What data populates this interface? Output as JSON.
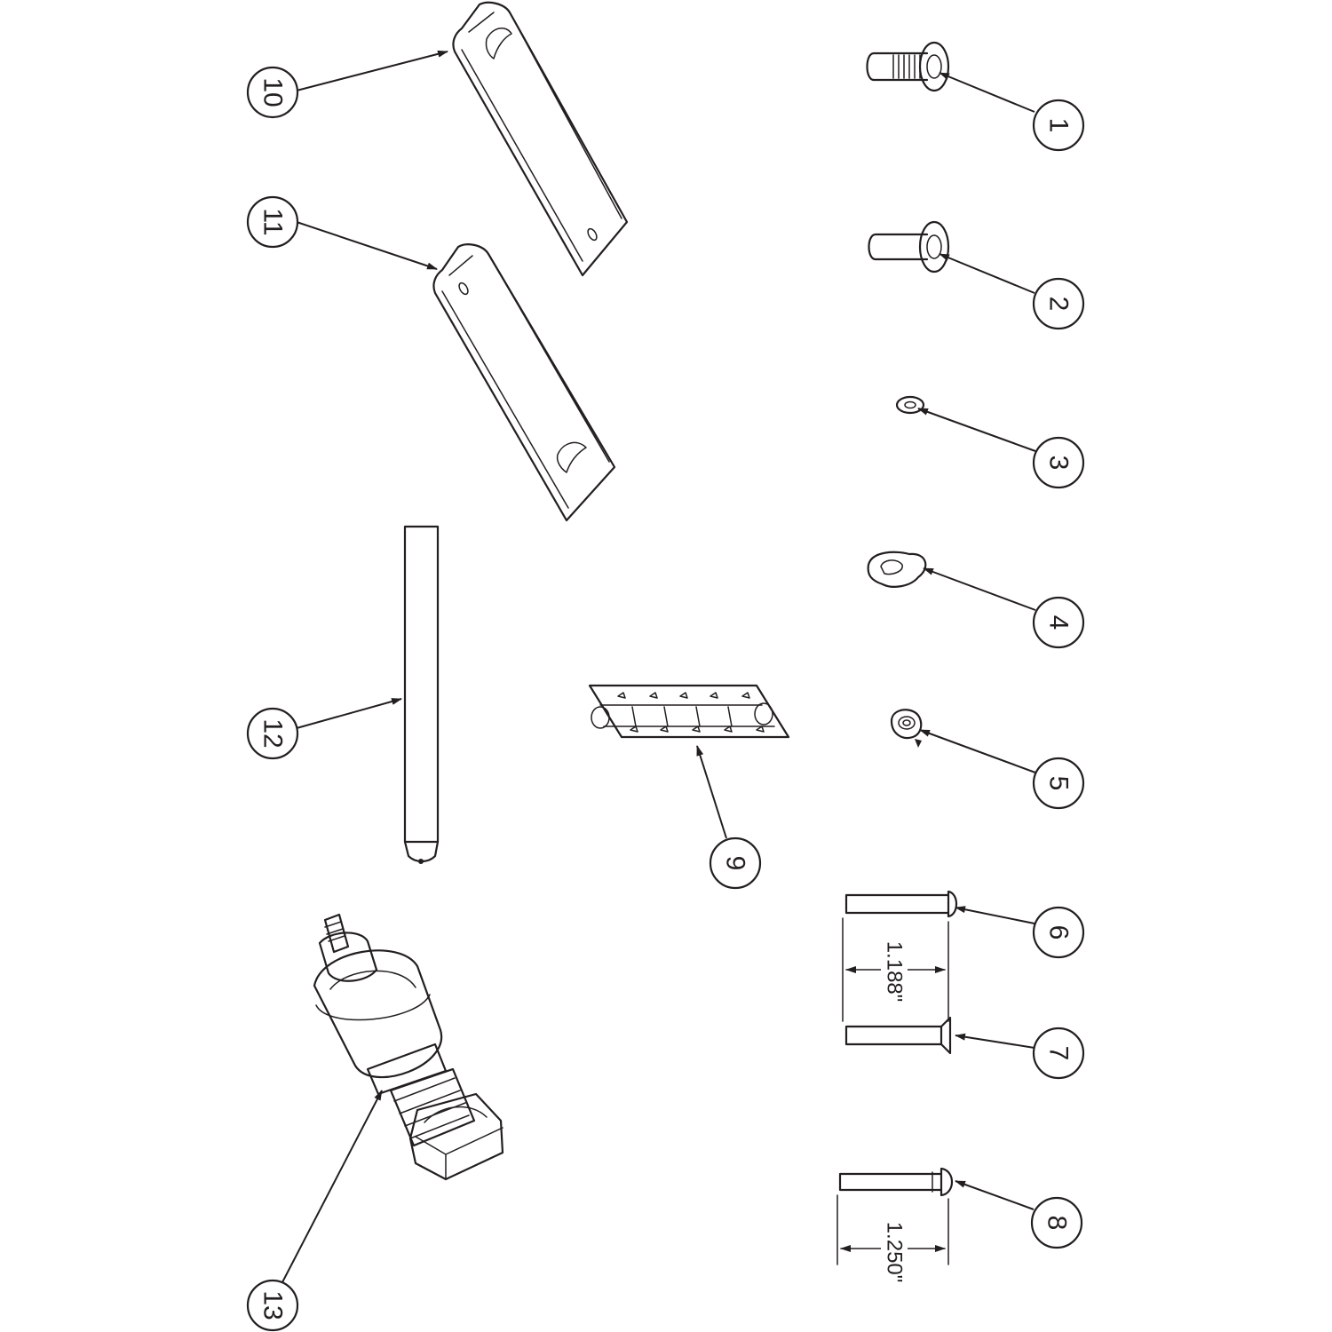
{
  "diagram": {
    "callouts": [
      {
        "id": "callout-1",
        "number": "1"
      },
      {
        "id": "callout-2",
        "number": "2"
      },
      {
        "id": "callout-3",
        "number": "3"
      },
      {
        "id": "callout-4",
        "number": "4"
      },
      {
        "id": "callout-5",
        "number": "5"
      },
      {
        "id": "callout-6",
        "number": "6"
      },
      {
        "id": "callout-7",
        "number": "7"
      },
      {
        "id": "callout-8",
        "number": "8"
      },
      {
        "id": "callout-9",
        "number": "9"
      },
      {
        "id": "callout-10",
        "number": "10"
      },
      {
        "id": "callout-11",
        "number": "11"
      },
      {
        "id": "callout-12",
        "number": "12"
      },
      {
        "id": "callout-13",
        "number": "13"
      }
    ],
    "dimensions": {
      "parts_6_7_length": "1.188\"",
      "part_8_length": "1.250\""
    },
    "colors": {
      "line": "#231f20",
      "background": "#ffffff"
    }
  }
}
